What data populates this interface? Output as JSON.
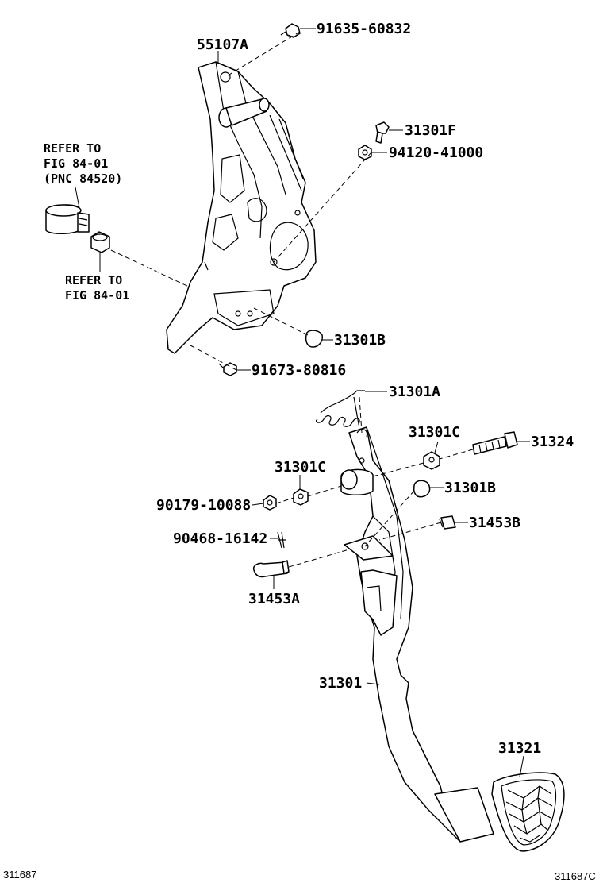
{
  "labels": {
    "p55107A": "55107A",
    "p91635": "91635-60832",
    "p31301F": "31301F",
    "p94120": "94120-41000",
    "p31301B_top": "31301B",
    "p91673": "91673-80816",
    "p31301A": "31301A",
    "p31301C_right": "31301C",
    "p31324": "31324",
    "p31301C_left": "31301C",
    "p31301B_mid": "31301B",
    "p90179": "90179-10088",
    "p31453B": "31453B",
    "p90468": "90468-16142",
    "p31453A": "31453A",
    "p31301": "31301",
    "p31321": "31321"
  },
  "refer1": {
    "line1": "REFER TO",
    "line2": "FIG 84-01",
    "line3": "(PNC 84520)"
  },
  "refer2": {
    "line1": "REFER TO",
    "line2": "FIG 84-01"
  },
  "footer": {
    "left_code": "311687",
    "right_code": "311687C"
  }
}
